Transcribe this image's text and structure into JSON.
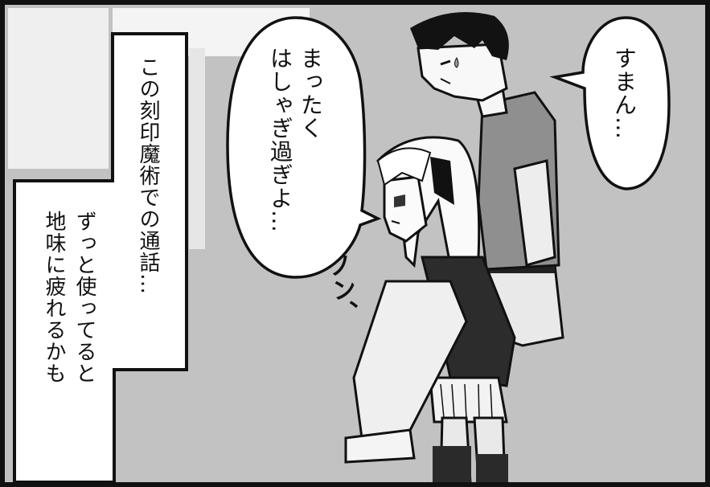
{
  "panel": {
    "colors": {
      "background": "#c2c2c2",
      "wall": "#f2f2f2",
      "ink": "#111111",
      "white": "#ffffff"
    },
    "narration": {
      "line1": "この刻印魔術での通話…",
      "line2": "ずっと使ってると",
      "line3": "地味に疲れるかも"
    },
    "girl_speech": {
      "line1": "まったく",
      "line2": "はしゃぎ過ぎよ…"
    },
    "boy_speech": {
      "line1": "すまん…"
    },
    "sound_effect": "ノン、"
  }
}
